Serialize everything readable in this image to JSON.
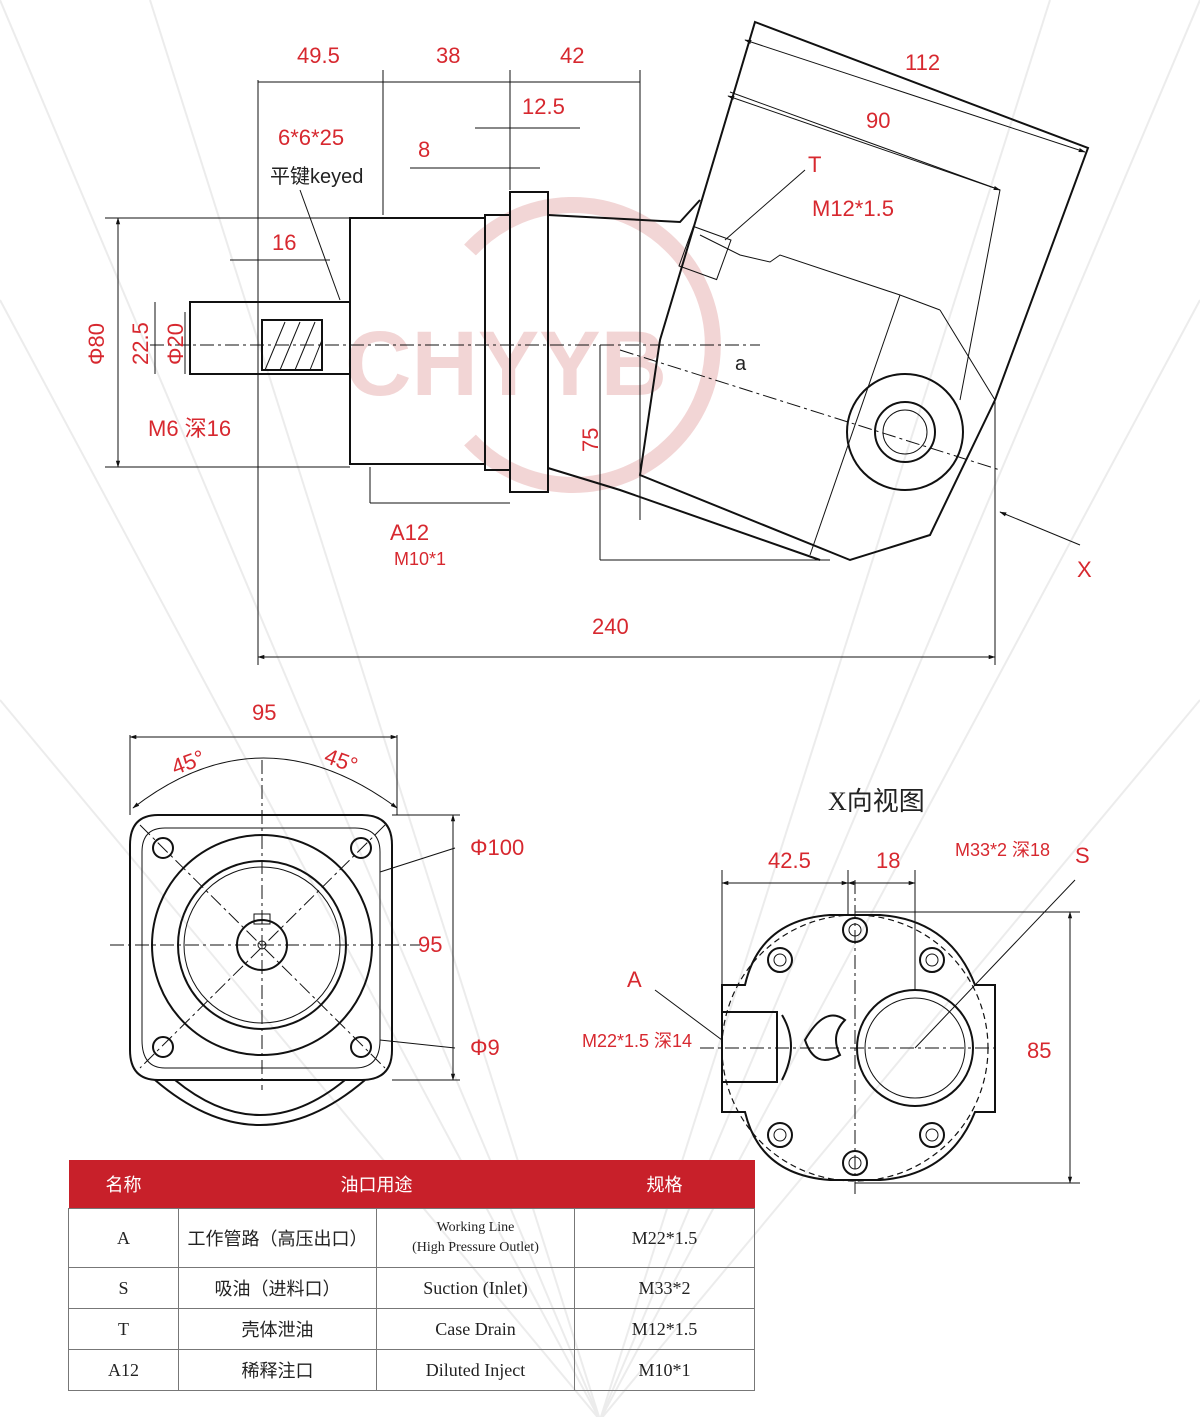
{
  "watermark": {
    "text": "CHYYB",
    "color": "#e9b2b2"
  },
  "colors": {
    "accent": "#d7282f",
    "header_bg": "#c8202a",
    "line": "#111111"
  },
  "side_view": {
    "dims": {
      "d_49_5": "49.5",
      "d_38": "38",
      "d_42": "42",
      "d_12_5": "12.5",
      "d_8": "8",
      "d_16": "16",
      "d_112": "112",
      "d_90": "90",
      "d_240": "240",
      "d_75": "75",
      "d_phi80": "Φ80",
      "d_22_5": "22.5",
      "d_phi20": "Φ20"
    },
    "key_spec": "6*6*25",
    "key_label": "平键keyed",
    "thread_m6": "M6 深16",
    "port_t": "T",
    "port_t_spec": "M12*1.5",
    "port_a12": "A12",
    "port_a12_spec": "M10*1",
    "view_arrow": "X",
    "angle_label": "a"
  },
  "front_view": {
    "dims": {
      "d_95_top": "95",
      "angle_left": "45°",
      "angle_right": "45°",
      "d_phi100": "Φ100",
      "d_95_right": "95",
      "d_phi9": "Φ9"
    }
  },
  "x_view": {
    "title": "X向视图",
    "dims": {
      "d_42_5": "42.5",
      "d_18": "18",
      "d_85": "85"
    },
    "port_s": "S",
    "port_s_spec": "M33*2 深18",
    "port_a": "A",
    "port_a_spec": "M22*1.5 深14"
  },
  "table": {
    "headers": [
      "名称",
      "油口用途",
      "规格"
    ],
    "rows": [
      {
        "name": "A",
        "cn": "工作管路（高压出口）",
        "en_line1": "Working Line",
        "en_line2": "(High Pressure Outlet)",
        "spec": "M22*1.5"
      },
      {
        "name": "S",
        "cn": "吸油（进料口）",
        "en": "Suction (Inlet)",
        "spec": "M33*2"
      },
      {
        "name": "T",
        "cn": "壳体泄油",
        "en": "Case Drain",
        "spec": "M12*1.5"
      },
      {
        "name": "A12",
        "cn": "稀释注口",
        "en": "Diluted Inject",
        "spec": "M10*1"
      }
    ]
  }
}
